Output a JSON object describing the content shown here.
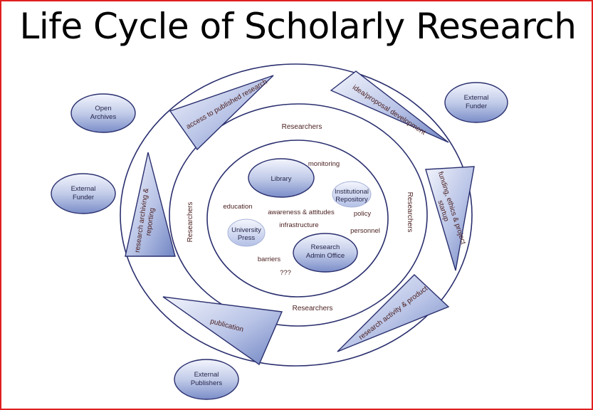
{
  "title": "Life Cycle of Scholarly Research",
  "colors": {
    "border": "#e02020",
    "outline": "#2a2f6e",
    "fill_light": "#eef1fb",
    "fill_dark": "#7c8fc8",
    "text": "#4a1e1e"
  },
  "outer_nodes": {
    "open_archives": [
      "Open",
      "Archives"
    ],
    "external_funder_right": [
      "External",
      "Funder"
    ],
    "external_funder_left": [
      "External",
      "Funder"
    ],
    "external_publishers": [
      "External",
      "Publishers"
    ]
  },
  "stages": {
    "access": "access to published research",
    "idea": "idea/proposal development",
    "funding": [
      "funding, ethics & project",
      "startup"
    ],
    "activity": "research activity & product",
    "publication": "publication",
    "archiving": [
      "research archiving &",
      "reporting"
    ]
  },
  "researchers": {
    "top": "Researchers",
    "bottom": "Researchers",
    "left": "Researchers",
    "right": "Researchers"
  },
  "inner_nodes": {
    "library": "Library",
    "institutional_repository": [
      "Institutional",
      "Repository"
    ],
    "university_press": [
      "University",
      "Press"
    ],
    "research_admin_office": [
      "Research",
      "Admin Office"
    ]
  },
  "inner_words": {
    "monitoring": "monitoring",
    "education": "education",
    "awareness": "awareness & attitudes",
    "policy": "policy",
    "infrastructure": "infrastructure",
    "personnel": "personnel",
    "barriers": "barriers",
    "unknown": "???"
  }
}
